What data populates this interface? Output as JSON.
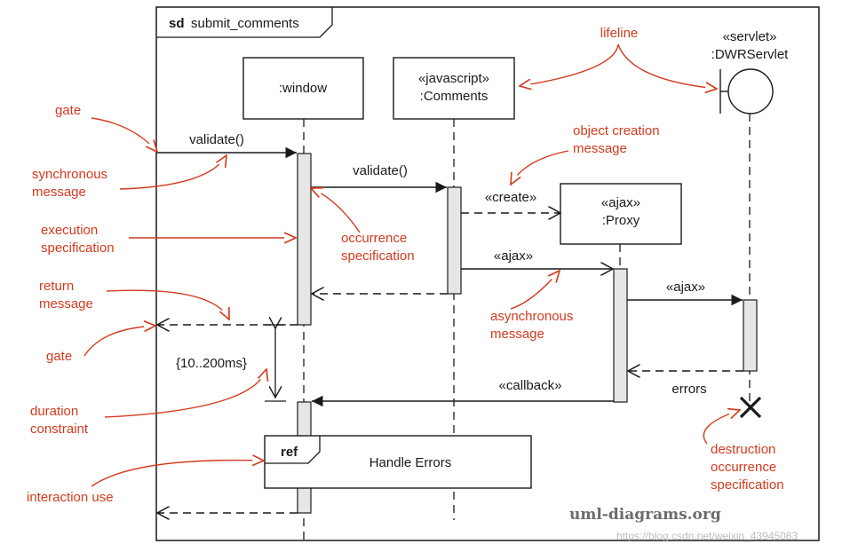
{
  "frame": {
    "keyword": "sd",
    "name": "submit_comments"
  },
  "lifelines": {
    "window": ":window",
    "comments_stereotype": "«javascript»",
    "comments_name": ":Comments",
    "proxy_stereotype": "«ajax»",
    "proxy_name": ":Proxy",
    "servlet_stereotype": "«servlet»",
    "servlet_name": ":DWRServlet"
  },
  "messages": {
    "validate1": "validate()",
    "validate2": "validate()",
    "create": "«create»",
    "ajax1": "«ajax»",
    "ajax2": "«ajax»",
    "callback": "«callback»",
    "errors": "errors"
  },
  "constraint": "{10..200ms}",
  "ref": {
    "keyword": "ref",
    "name": "Handle Errors"
  },
  "annotations": {
    "lifeline": "lifeline",
    "object_creation": [
      "object creation",
      "message"
    ],
    "gate_top": "gate",
    "synchronous": [
      "synchronous",
      "message"
    ],
    "execution": [
      "execution",
      "specification"
    ],
    "occurrence": [
      "occurrence",
      "specification"
    ],
    "return_message": [
      "return",
      "message"
    ],
    "asynchronous": [
      "asynchronous",
      "message"
    ],
    "gate_bottom": "gate",
    "duration": [
      "duration",
      "constraint"
    ],
    "destruction": [
      "destruction",
      "occurrence",
      "specification"
    ],
    "interaction_use": "interaction use"
  },
  "watermark": "uml-diagrams.org",
  "source_url": "https://blog.csdn.net/weixin_43945083",
  "colors": {
    "annotation": "#d43a1e",
    "line": "#1a1a1a",
    "activation": "#e6e6e6"
  }
}
